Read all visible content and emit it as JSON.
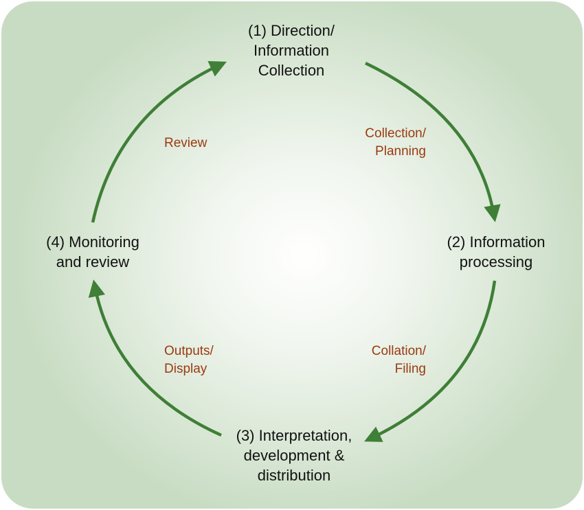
{
  "colors": {
    "arrow": "#3f7f37",
    "stage_text": "#111111",
    "transition_text": "#9a3a10",
    "background_center": "#ffffff",
    "background_edge": "#c8dcc3"
  },
  "stages": [
    {
      "lines": [
        "(1) Direction/",
        "Information",
        "Collection"
      ]
    },
    {
      "lines": [
        "(2) Information",
        "processing"
      ]
    },
    {
      "lines": [
        "(3) Interpretation,",
        "development &",
        "distribution"
      ]
    },
    {
      "lines": [
        "(4) Monitoring",
        "and review"
      ]
    }
  ],
  "transitions": [
    {
      "lines": [
        "Collection/",
        "Planning"
      ]
    },
    {
      "lines": [
        "Collation/",
        "Filing"
      ]
    },
    {
      "lines": [
        "Outputs/",
        "Display"
      ]
    },
    {
      "lines": [
        "Review"
      ]
    }
  ]
}
